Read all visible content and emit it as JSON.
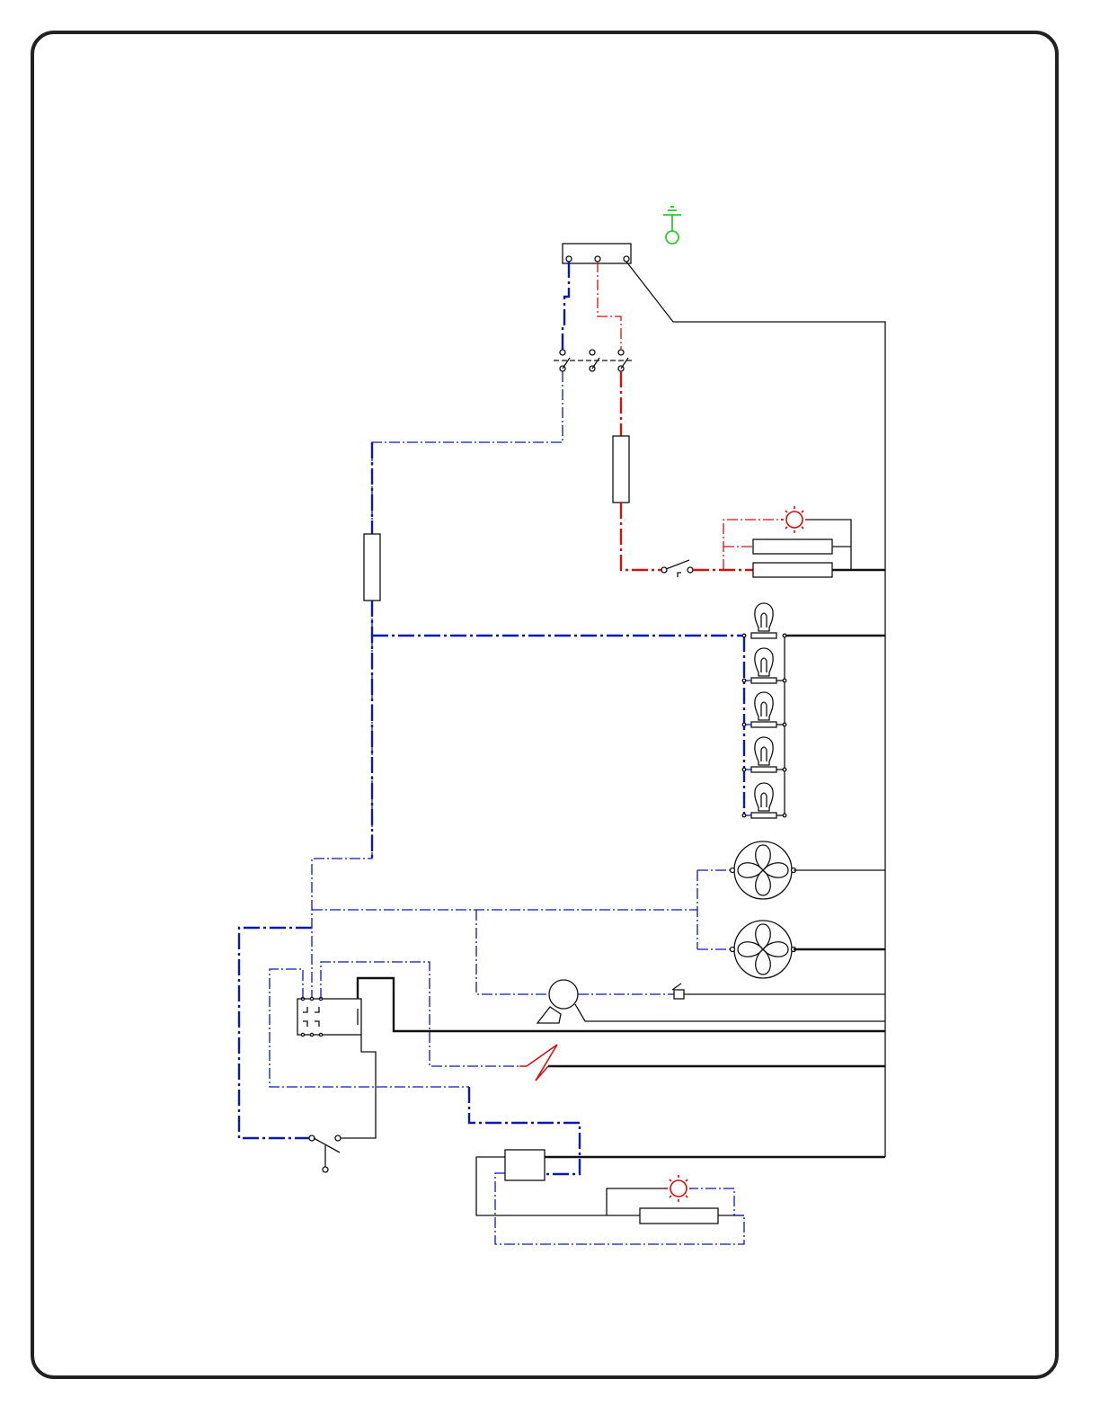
{
  "diagram": {
    "type": "wiring-schematic",
    "labels": [],
    "components": [
      {
        "name": "ground-terminal",
        "icon": "ground-icon"
      },
      {
        "name": "terminal-block-3-pin",
        "icon": "terminal-block-icon"
      },
      {
        "name": "main-switch-3-pole",
        "icon": "switch-icon"
      },
      {
        "name": "fuse-left",
        "icon": "fuse-icon"
      },
      {
        "name": "fuse-right",
        "icon": "fuse-icon"
      },
      {
        "name": "indicator-lamp-top",
        "icon": "indicator-lamp-icon"
      },
      {
        "name": "heater-element-top",
        "icon": "heater-icon"
      },
      {
        "name": "heater-element-bottom",
        "icon": "heater-icon"
      },
      {
        "name": "door-switch",
        "icon": "switch-icon"
      },
      {
        "name": "lamp",
        "icon": "light-bulb-icon",
        "count": 5
      },
      {
        "name": "fan-motor",
        "icon": "fan-icon",
        "count": 2
      },
      {
        "name": "pump-motor",
        "icon": "motor-icon"
      },
      {
        "name": "pressure-switch",
        "icon": "switch-icon"
      },
      {
        "name": "relay-module",
        "icon": "relay-icon"
      },
      {
        "name": "solenoid-coil",
        "icon": "coil-icon"
      },
      {
        "name": "control-switch",
        "icon": "switch-icon"
      },
      {
        "name": "timer-module",
        "icon": "timer-icon"
      },
      {
        "name": "indicator-lamp-bottom",
        "icon": "indicator-lamp-icon"
      },
      {
        "name": "heater-element-lower",
        "icon": "heater-icon"
      }
    ],
    "colors": {
      "neutral": "#0b18b5",
      "live": "#d21010",
      "return": "#111111",
      "earth": "#2ecc2e",
      "frame": "#222222"
    }
  }
}
